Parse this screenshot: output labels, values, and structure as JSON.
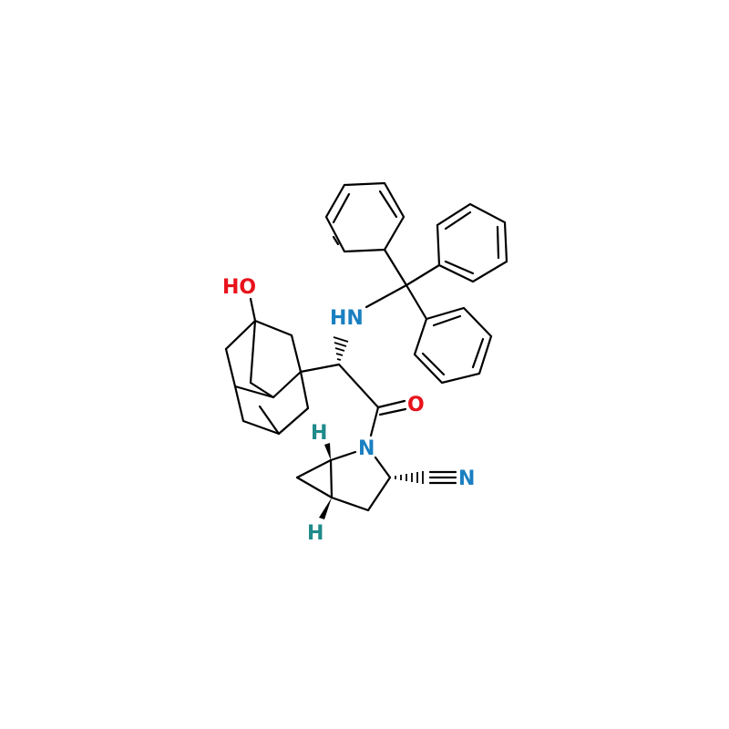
{
  "molecule": {
    "atoms": {
      "hydroxyl": {
        "text": "HO",
        "color": "#e8121b"
      },
      "amine": {
        "text": "HN",
        "color": "#1a7fc1"
      },
      "carbonyl_oxygen": {
        "text": "O",
        "color": "#e8121b"
      },
      "ring_nitrogen": {
        "text": "N",
        "color": "#1a7fc1"
      },
      "nitrile_nitrogen": {
        "text": "N",
        "color": "#1a7fc1"
      },
      "stereo_h_top": {
        "text": "H",
        "color": "#1f8a8a"
      },
      "stereo_h_bottom": {
        "text": "H",
        "color": "#1f8a8a"
      }
    },
    "bond_color": "#000000"
  }
}
